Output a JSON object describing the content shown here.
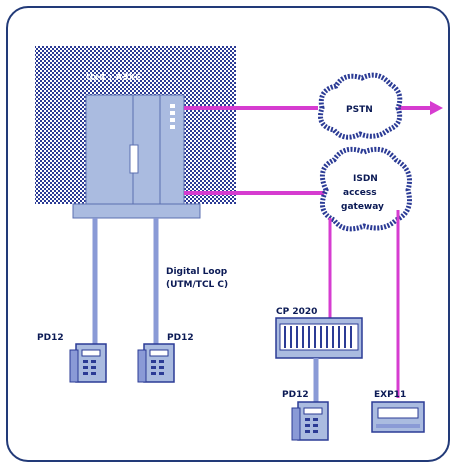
{
  "diagram": {
    "switch_label": "Ux4 : A3XC",
    "pstn_label": "PSTN",
    "isdn_label_lines": [
      "ISDN",
      "access",
      "gateway"
    ],
    "digital_loop_lines": [
      "Digital Loop",
      "(UTM/TCL C)"
    ],
    "phone_left_label": "PD12",
    "phone_mid_label": "PD12",
    "device_cp_label": "CP 2020",
    "phone_right_label": "PD12",
    "terminal_label": "EXP11"
  },
  "colors": {
    "frame": "#223a78",
    "hatch": "#2b3b95",
    "cabinet": "#aabbe0",
    "magenta_link": "#d63cd0",
    "blue_link": "#8a9ad6"
  }
}
